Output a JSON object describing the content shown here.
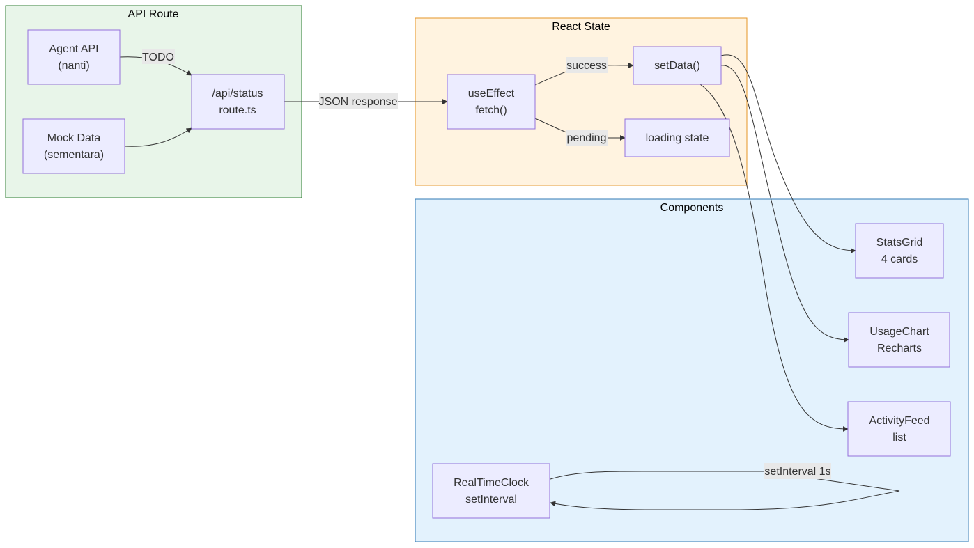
{
  "colors": {
    "api_fill": "#e8f5e9",
    "api_stroke": "#2e7d32",
    "state_fill": "#fff3e0",
    "state_stroke": "#e69526",
    "comp_fill": "#e3f2fd",
    "comp_stroke": "#2f78b4",
    "node_fill": "#ececff",
    "node_stroke": "#9370db",
    "label_bg": "#e8e8e8",
    "edge": "#333333"
  },
  "clusters": {
    "api_route": "API Route",
    "react_state": "React State",
    "components": "Components"
  },
  "nodes": {
    "agent_api": {
      "line1": "Agent API",
      "line2": "(nanti)"
    },
    "mock_data": {
      "line1": "Mock Data",
      "line2": "(sementara)"
    },
    "api_status": {
      "line1": "/api/status",
      "line2": "route.ts"
    },
    "use_effect": {
      "line1": "useEffect",
      "line2": "fetch()"
    },
    "set_data": {
      "line1": "setData()"
    },
    "loading_state": {
      "line1": "loading state"
    },
    "stats_grid": {
      "line1": "StatsGrid",
      "line2": "4 cards"
    },
    "usage_chart": {
      "line1": "UsageChart",
      "line2": "Recharts"
    },
    "activity_feed": {
      "line1": "ActivityFeed",
      "line2": "list"
    },
    "realtime_clock": {
      "line1": "RealTimeClock",
      "line2": "setInterval"
    }
  },
  "edge_labels": {
    "todo": "TODO",
    "json_response": "JSON response",
    "success": "success",
    "pending": "pending",
    "set_interval": "setInterval 1s"
  }
}
